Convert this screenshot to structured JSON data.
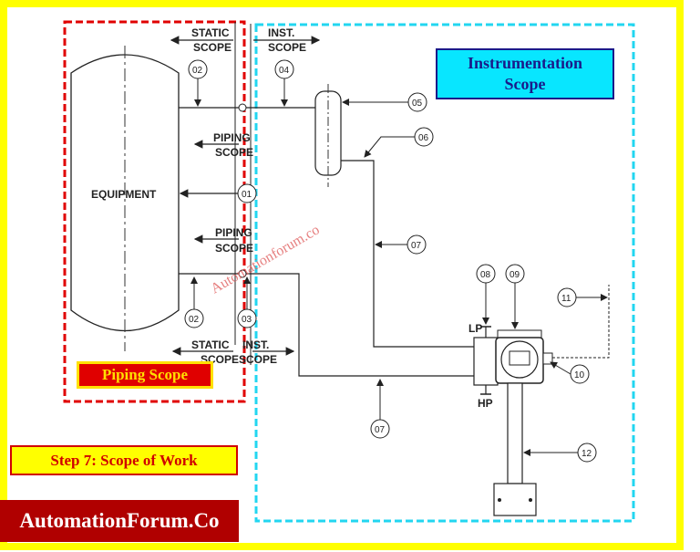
{
  "labels": {
    "static_scope_top_1": "STATIC",
    "static_scope_top_2": "SCOPE",
    "inst_scope_top_1": "INST.",
    "inst_scope_top_2": "SCOPE",
    "piping_scope_a_1": "PIPING",
    "piping_scope_a_2": "SCOPE",
    "piping_scope_b_1": "PIPING",
    "piping_scope_b_2": "SCOPE",
    "static_scope_bottom_1": "STATIC",
    "static_scope_bottom_2": "SCOPE",
    "inst_scope_bottom_1": "INST.",
    "inst_scope_bottom_2": "SCOPE",
    "equipment": "EQUIPMENT",
    "lp": "LP",
    "hp": "HP",
    "watermark": "Automationforum.co"
  },
  "tags": {
    "t01": "01",
    "t02a": "02",
    "t02b": "02",
    "t03": "03",
    "t04": "04",
    "t05": "05",
    "t06": "06",
    "t07a": "07",
    "t07b": "07",
    "t08": "08",
    "t09": "09",
    "t10": "10",
    "t11": "11",
    "t12": "12"
  },
  "boxes": {
    "instrumentation_line1": "Instrumentation",
    "instrumentation_line2": "Scope",
    "piping": "Piping Scope",
    "step": "Step 7: Scope of Work",
    "brand": "AutomationForum.Co"
  },
  "colors": {
    "frame": "#ffff00",
    "piping_dash": "#e00000",
    "inst_dash": "#22d6f0",
    "inst_fill": "#08e6ff",
    "brand_fill": "#b00000"
  }
}
